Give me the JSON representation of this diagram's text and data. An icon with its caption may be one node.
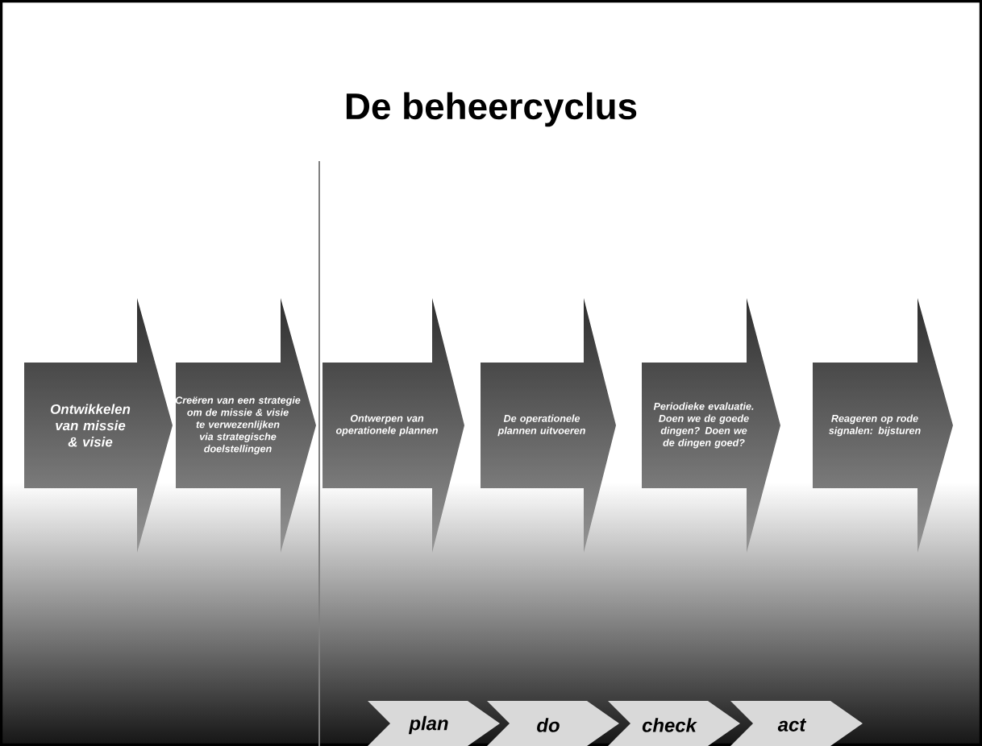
{
  "diagram": {
    "title": "De beheercyclus",
    "nodes": [
      {
        "text": [
          "Ontwikkelen van missie & visie"
        ]
      },
      {
        "text": [
          "Creëren van een strategie om de missie & visie te verwezenlijken via strategische doelstellingen"
        ]
      },
      {
        "text": [
          "Ontwerpen van operationele plannen"
        ]
      },
      {
        "text": [
          "De operationele plannen uitvoeren"
        ]
      },
      {
        "text": [
          "Periodieke evaluatie. Doen we de goede dingen? Doen we de dingen goed?"
        ]
      },
      {
        "text": [
          "Reageren op rode signalen: bijsturen"
        ]
      },
      {
        "text": [
          "plan"
        ]
      },
      {
        "text": [
          "do"
        ]
      },
      {
        "text": [
          "check"
        ]
      },
      {
        "text": [
          "act"
        ]
      }
    ],
    "edges": []
  }
}
